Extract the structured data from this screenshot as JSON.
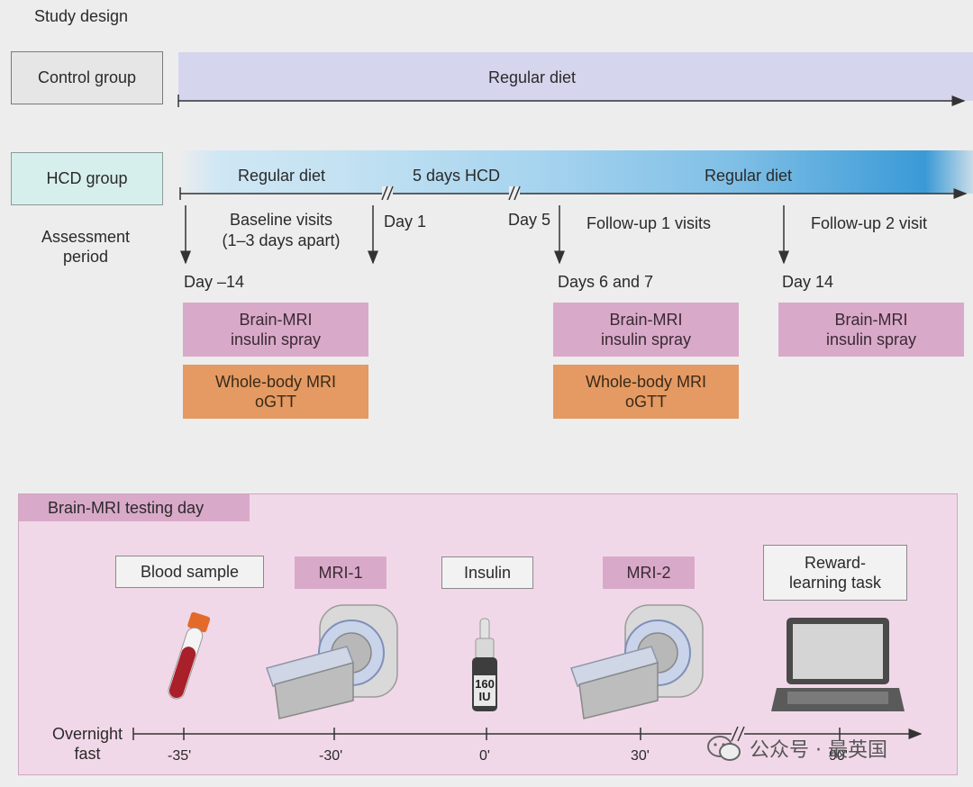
{
  "title": "Study design",
  "control": {
    "label": "Control group",
    "bar_label": "Regular diet"
  },
  "hcd": {
    "label": "HCD group",
    "segments": [
      "Regular diet",
      "5 days HCD",
      "Regular diet"
    ]
  },
  "assessment_label": "Assessment\nperiod",
  "timeline": {
    "baseline": "Baseline visits\n(1–3 days apart)",
    "day1": "Day 1",
    "day5": "Day 5",
    "followup1": "Follow-up 1 visits",
    "followup2": "Follow-up 2 visit",
    "day_minus14": "Day –14",
    "days6and7": "Days 6 and 7",
    "day14": "Day 14"
  },
  "boxes": {
    "brain_mri": "Brain-MRI\ninsulin spray",
    "whole_body": "Whole-body MRI\noGTT"
  },
  "testing_day": {
    "label": "Brain-MRI testing day",
    "steps": [
      "Blood sample",
      "MRI-1",
      "Insulin",
      "MRI-2",
      "Reward-\nlearning task"
    ],
    "axis_label": "Overnight\nfast",
    "ticks": [
      "-35'",
      "-30'",
      "0'",
      "30'",
      "90'"
    ],
    "vial_label": "160\nIU"
  },
  "watermark": {
    "icon": "wechat-icon",
    "text": "公众号 · 最英国"
  },
  "colors": {
    "control_bar": "#d6d5ee",
    "hcd_light": "#d6ebf6",
    "hcd_dark": "#3a9ad6",
    "pink": "#d9a9c9",
    "orange": "#e49a62",
    "panel": "#f1d8e8"
  }
}
